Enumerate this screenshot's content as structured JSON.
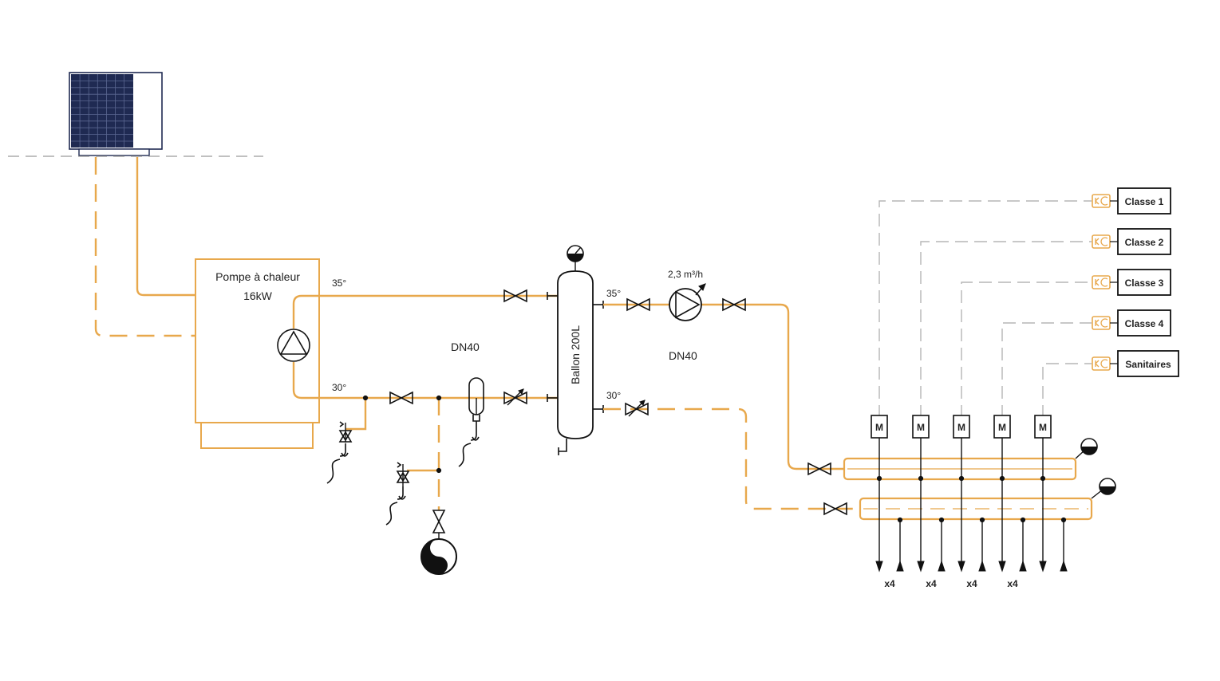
{
  "colors": {
    "pipe": "#e8a84c",
    "line": "#111111",
    "signal": "#b5b5b5",
    "outdoor_unit_grid": "#1f2a52"
  },
  "heat_pump": {
    "title": "Pompe à chaleur",
    "power": "16kW"
  },
  "temps": {
    "hp_supply": "35°",
    "hp_return": "30°",
    "sec_supply": "35°",
    "sec_return": "30°"
  },
  "buffer_tank": {
    "label": "Ballon 200L"
  },
  "diameters": {
    "primary": "DN40",
    "secondary": "DN40"
  },
  "circulator": {
    "flow": "2,3 m³/h"
  },
  "zones": [
    {
      "label": "Classe 1"
    },
    {
      "label": "Classe 2"
    },
    {
      "label": "Classe 3"
    },
    {
      "label": "Classe 4"
    },
    {
      "label": "Sanitaires"
    }
  ],
  "actuator_label": "M",
  "multipliers": [
    "x4",
    "x4",
    "x4",
    "x4"
  ],
  "icons": {
    "outdoor_unit": "outdoor-unit-icon",
    "pump": "circulator-pump-icon",
    "valve": "gate-valve-icon",
    "expansion_vessel": "expansion-vessel-icon",
    "pressure_gauge": "pressure-gauge-icon",
    "thermostat": "thermostat-icon",
    "water_meter": "water-meter-icon",
    "safety_valve": "safety-valve-icon"
  }
}
